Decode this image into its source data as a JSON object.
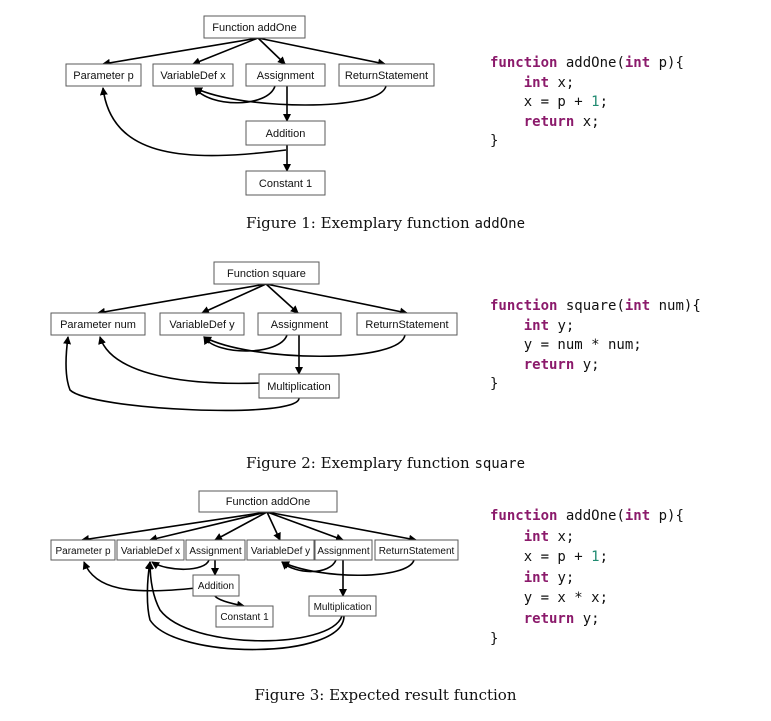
{
  "figure1": {
    "nodes": {
      "root": "Function addOne",
      "param": "Parameter p",
      "vardef": "VariableDef x",
      "assign": "Assignment",
      "ret": "ReturnStatement",
      "add": "Addition",
      "const": "Constant 1"
    },
    "code": {
      "l1_kw": "function",
      "l1_a": " addOne(",
      "l1_kw2": "int",
      "l1_b": " p){",
      "l2_kw": "int",
      "l2_a": " x;",
      "l3_a": "x = p + ",
      "l3_num": "1",
      "l3_b": ";",
      "l4_kw": "return",
      "l4_a": " x;",
      "l5": "}"
    },
    "caption_prefix": "Figure 1: Exemplary function ",
    "caption_code": "addOne"
  },
  "figure2": {
    "nodes": {
      "root": "Function square",
      "param": "Parameter num",
      "vardef": "VariableDef y",
      "assign": "Assignment",
      "ret": "ReturnStatement",
      "mult": "Multiplication"
    },
    "code": {
      "l1_kw": "function",
      "l1_a": " square(",
      "l1_kw2": "int",
      "l1_b": " num){",
      "l2_kw": "int",
      "l2_a": " y;",
      "l3_a": "y = num * num;",
      "l4_kw": "return",
      "l4_a": " y;",
      "l5": "}"
    },
    "caption_prefix": "Figure 2: Exemplary function ",
    "caption_code": "square"
  },
  "figure3": {
    "nodes": {
      "root": "Function addOne",
      "param": "Parameter p",
      "vardefx": "VariableDef x",
      "assign1": "Assignment",
      "vardefy": "VariableDef y",
      "assign2": "Assignment",
      "ret": "ReturnStatement",
      "add": "Addition",
      "const": "Constant 1",
      "mult": "Multiplication"
    },
    "code": {
      "l1_kw": "function",
      "l1_a": " addOne(",
      "l1_kw2": "int",
      "l1_b": " p){",
      "l2_kw": "int",
      "l2_a": " x;",
      "l3_a": "x = p + ",
      "l3_num": "1",
      "l3_b": ";",
      "l4_kw": "int",
      "l4_a": " y;",
      "l5_a": "y = x * x;",
      "l6_kw": "return",
      "l6_a": " y;",
      "l7": "}"
    },
    "caption": "Figure 3: Expected result function"
  }
}
